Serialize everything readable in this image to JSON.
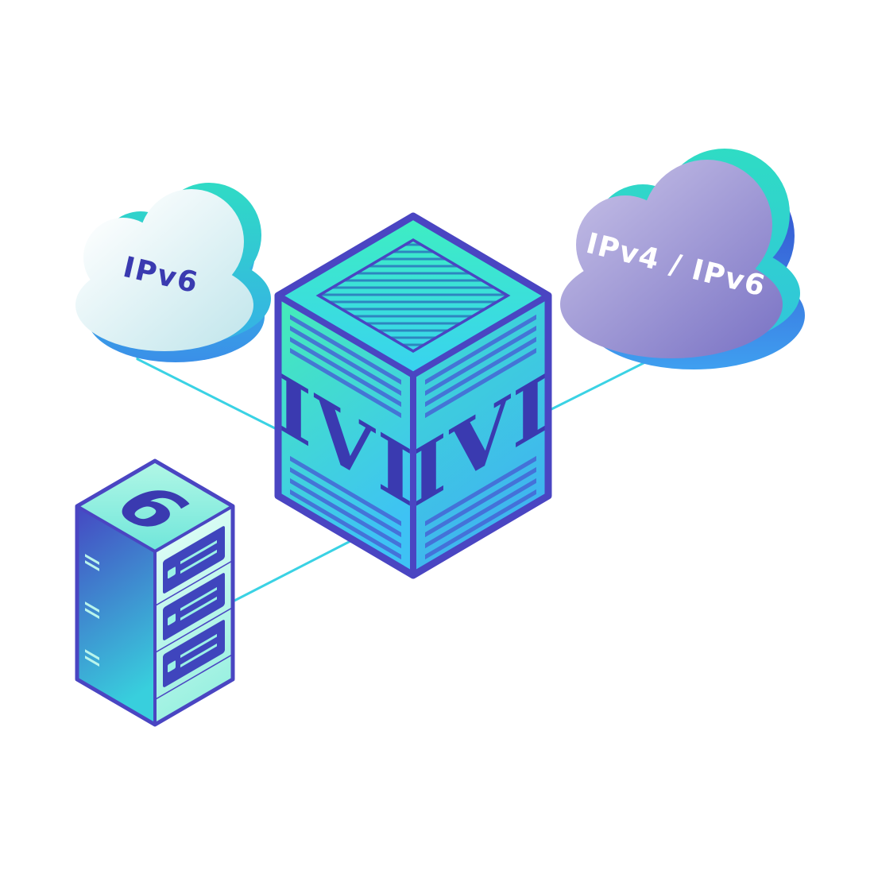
{
  "clouds": {
    "left": {
      "label": "IPv6"
    },
    "right": {
      "label": "IPv4 / IPv6"
    }
  },
  "translator": {
    "front_left_label": "IVI",
    "front_right_label": "IVI"
  },
  "server": {
    "top_label": "6"
  },
  "colors": {
    "label_indigo": "#3a3ab0",
    "label_white": "#ffffff",
    "edge_indigo": "#4a45c2",
    "stripe_blue": "#4565d5",
    "top_stripe_blue": "#2d86c0",
    "connection_cyan": "#3ad2e4",
    "face_teal": "#2fdcc4",
    "face_cyan": "#3ec2f4",
    "cloud_purple": "#7d76c6",
    "mint": "#9bf2e6"
  }
}
